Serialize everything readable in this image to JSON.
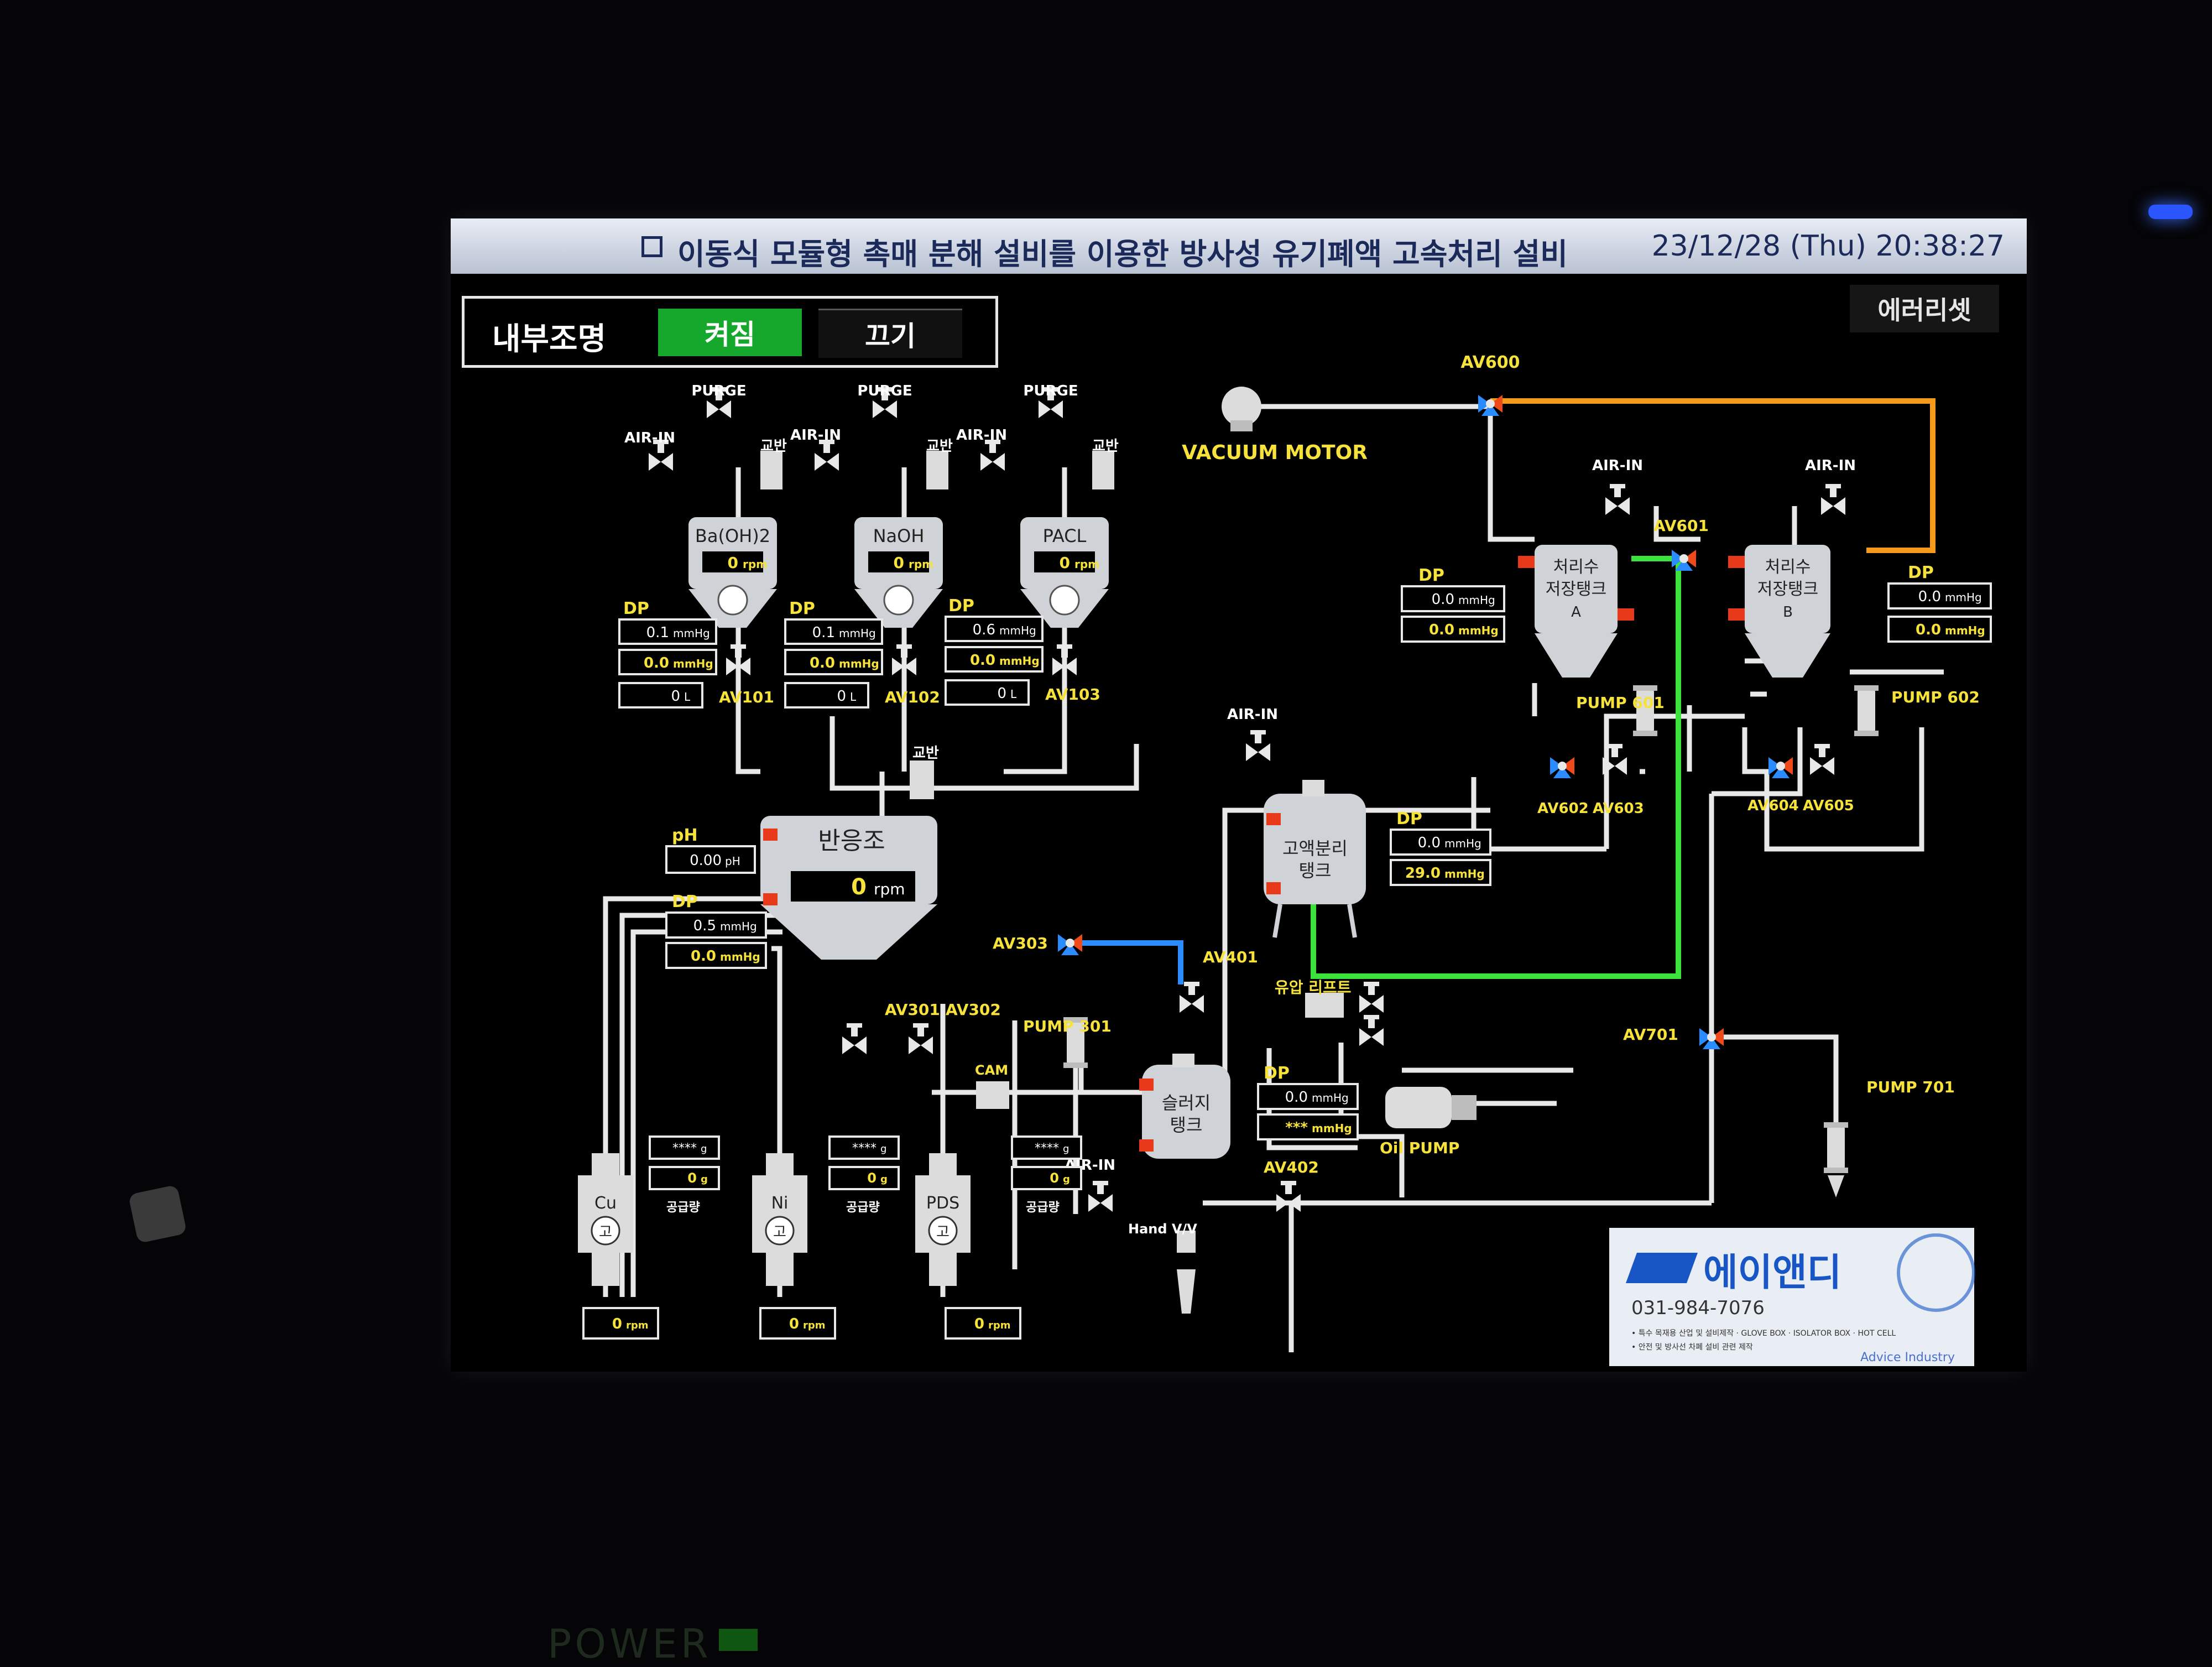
{
  "title": "이동식 모듈형 촉매 분해 설비를 이용한 방사성 유기폐액 고속처리 설비",
  "datetime": "23/12/28 (Thu) 20:38:27",
  "lighting": {
    "label": "내부조명",
    "on": "켜짐",
    "off": "끄기"
  },
  "error_reset": "에러리셋",
  "power_label": "POWER",
  "labels": {
    "purge": "PURGE",
    "air_in": "AIR-IN",
    "agitator": "교반",
    "dp": "DP",
    "ph": "pH",
    "supply": "공급량",
    "handvv": "Hand V/V",
    "vacuum": "VACUUM MOTOR",
    "oilpump": "Oil PUMP",
    "oilfilter": "유압 리프트",
    "cam": "CAM"
  },
  "chem_tanks": [
    {
      "name": "Ba(OH)2",
      "rpm": "0",
      "dp1": "0.1",
      "dp2": "0.0",
      "level": "0",
      "valve": "AV101"
    },
    {
      "name": "NaOH",
      "rpm": "0",
      "dp1": "0.1",
      "dp2": "0.0",
      "level": "0",
      "valve": "AV102"
    },
    {
      "name": "PACL",
      "rpm": "0",
      "dp1": "0.6",
      "dp2": "0.0",
      "level": "0",
      "valve": "AV103"
    }
  ],
  "units": {
    "rpm": "rpm",
    "mmhg": "mmHg",
    "ph": "pH",
    "l": "L",
    "g": "g"
  },
  "reactor": {
    "name": "반응조",
    "rpm": "0",
    "ph": "0.00",
    "dp1": "0.5",
    "dp2": "0.0",
    "valves": [
      "AV301",
      "AV302"
    ],
    "pump": "PUMP 301"
  },
  "separator": {
    "name1": "고액분리",
    "name2": "탱크",
    "dp1": "0.0",
    "dp2": "29.0"
  },
  "sludge": {
    "name1": "슬러지",
    "name2": "탱크",
    "dp1": "0.0",
    "dp2": "***",
    "valve": "AV402"
  },
  "valves_mid": {
    "av303": "AV303",
    "av401": "AV401",
    "av701": "AV701",
    "pump701": "PUMP 701"
  },
  "storage_a": {
    "name1": "처리수",
    "name2": "저장탱크",
    "name3": "A",
    "dp1": "0.0",
    "dp2": "0.0",
    "pump": "PUMP 601",
    "valves": [
      "AV602",
      "AV603"
    ]
  },
  "storage_b": {
    "name1": "처리수",
    "name2": "저장탱크",
    "name3": "B",
    "dp1": "0.0",
    "dp2": "0.0",
    "pump": "PUMP 602",
    "valves": [
      "AV604",
      "AV605"
    ]
  },
  "top_valves": {
    "av600": "AV600",
    "av601": "AV601"
  },
  "feeders": [
    {
      "name": "Cu",
      "glyph": "고",
      "rpm": "0",
      "g1": "****",
      "g2": "0"
    },
    {
      "name": "Ni",
      "glyph": "고",
      "rpm": "0",
      "g1": "****",
      "g2": "0"
    },
    {
      "name": "PDS",
      "glyph": "고",
      "rpm": "0",
      "g1": "****",
      "g2": "0"
    }
  ],
  "logo": {
    "name": "에이앤디",
    "phone": "031-984-7076",
    "line1": "• 특수 목재용 산업 및 설비제작 · GLOVE BOX · ISOLATOR BOX · HOT CELL",
    "line2": "• 안전 및 방사선 차폐 설비 관련 제작",
    "brand": "Advice Industry"
  },
  "colors": {
    "pipe": "#e8e8e8",
    "orange": "#f59a1a",
    "green": "#3be33b",
    "blue": "#2a8cff",
    "label_yellow": "#f6e23a"
  }
}
